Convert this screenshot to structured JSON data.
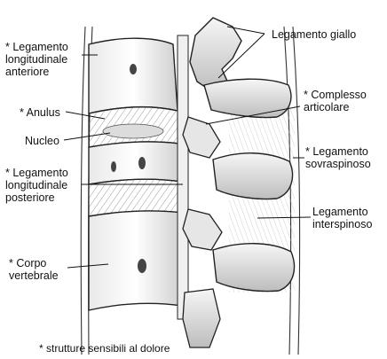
{
  "colors": {
    "ink": "#1a1a1a",
    "bone_light": "#f2f2f2",
    "bone_mid": "#bdbdbd",
    "bone_dark": "#7a7a7a",
    "background": "#ffffff"
  },
  "labels": {
    "left": {
      "lig_long_ant": [
        "* Legamento",
        "longitudinale",
        "anteriore"
      ],
      "anulus": "* Anulus",
      "nucleo": "Nucleo",
      "lig_long_post": [
        "* Legamento",
        "longitudinale",
        "posteriore"
      ],
      "corpo": [
        "* Corpo",
        "vertebrale"
      ]
    },
    "right": {
      "lig_giallo": "Legamento giallo",
      "complesso": [
        "* Complesso",
        "articolare"
      ],
      "lig_sovra": [
        "* Legamento",
        "sovraspinoso"
      ],
      "lig_inter": [
        "Legamento",
        "interspinoso"
      ]
    },
    "footnote": "* strutture sensibili al dolore"
  }
}
